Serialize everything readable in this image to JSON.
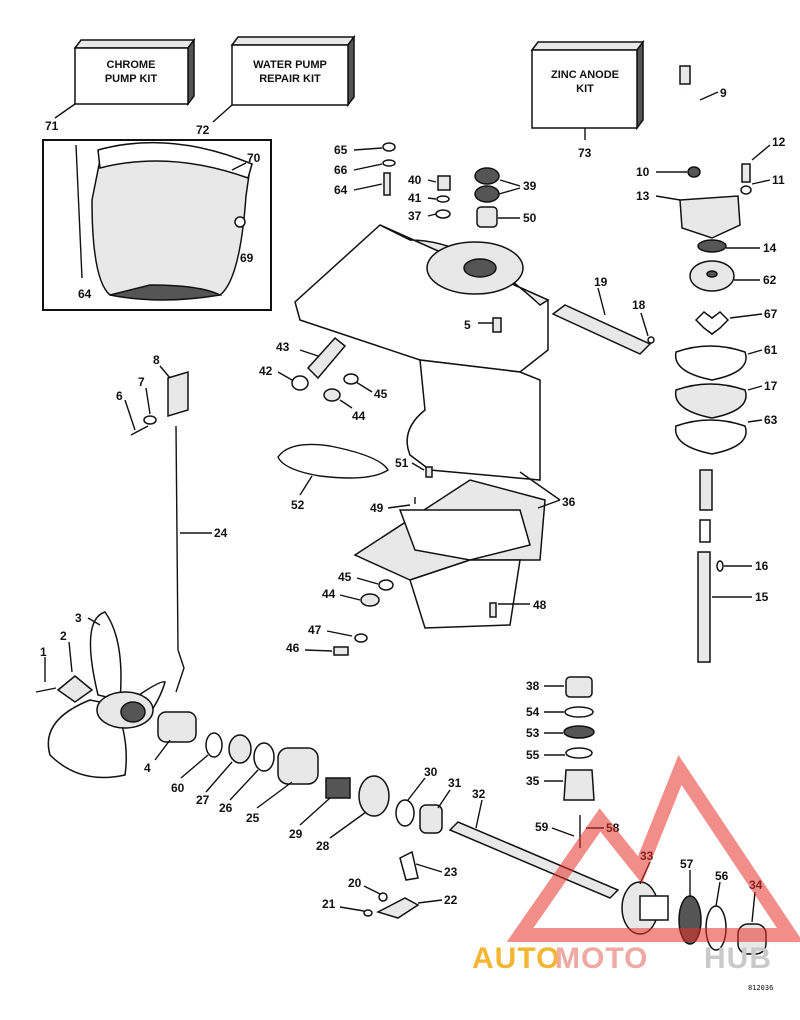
{
  "kits": [
    {
      "line1": "CHROME",
      "line2": "PUMP KIT",
      "ref": "71"
    },
    {
      "line1": "WATER PUMP",
      "line2": "REPAIR KIT",
      "ref": "72"
    },
    {
      "line1": "ZINC ANODE",
      "line2": "KIT",
      "ref": "73"
    }
  ],
  "callouts": {
    "c1": "1",
    "c2": "2",
    "c3": "3",
    "c4": "4",
    "c5": "5",
    "c6": "6",
    "c7": "7",
    "c8": "8",
    "c9": "9",
    "c10": "10",
    "c11": "11",
    "c12": "12",
    "c13": "13",
    "c14": "14",
    "c15": "15",
    "c16": "16",
    "c17": "17",
    "c18": "18",
    "c19": "19",
    "c20": "20",
    "c21": "21",
    "c22": "22",
    "c23": "23",
    "c24": "24",
    "c25": "25",
    "c26": "26",
    "c27": "27",
    "c28": "28",
    "c29": "29",
    "c30": "30",
    "c31": "31",
    "c32": "32",
    "c33": "33",
    "c34": "34",
    "c35": "35",
    "c36": "36",
    "c37": "37",
    "c38": "38",
    "c39": "39",
    "c40": "40",
    "c41": "41",
    "c42": "42",
    "c43": "43",
    "c44a": "44",
    "c44b": "44",
    "c45a": "45",
    "c45b": "45",
    "c46": "46",
    "c47": "47",
    "c48": "48",
    "c49": "49",
    "c50": "50",
    "c51": "51",
    "c52": "52",
    "c53": "53",
    "c54": "54",
    "c55": "55",
    "c56": "56",
    "c57": "57",
    "c58": "58",
    "c59": "59",
    "c60": "60",
    "c61": "61",
    "c62": "62",
    "c63": "63",
    "c64a": "64",
    "c64b": "64",
    "c65": "65",
    "c66": "66",
    "c67": "67",
    "c69": "69",
    "c70": "70"
  },
  "drawing_code": "812036",
  "watermark": {
    "part1": "AUTO",
    "part2": "MOTO",
    "part3": "HUB",
    "color_auto": "#f2b632",
    "color_moto": "#e8322a",
    "color_hub": "#9a9a9a"
  }
}
